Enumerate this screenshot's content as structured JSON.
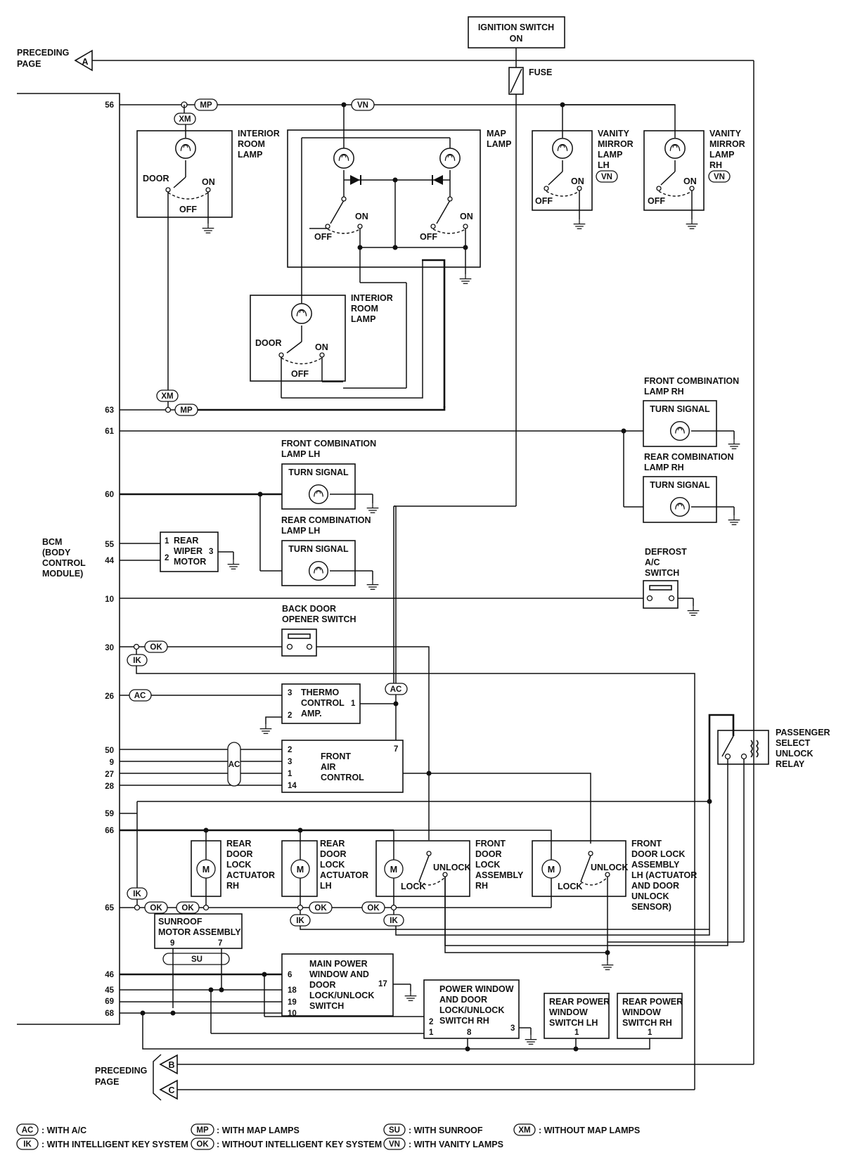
{
  "ignition": {
    "line1": "IGNITION SWITCH",
    "line2": "ON"
  },
  "fuse": "FUSE",
  "preceding": {
    "line1": "PRECEDING",
    "line2": "PAGE"
  },
  "connectors": {
    "a": "A",
    "b": "B",
    "c": "C"
  },
  "bcm": {
    "l1": "BCM",
    "l2": "(BODY",
    "l3": "CONTROL",
    "l4": "MODULE)"
  },
  "pins": [
    "56",
    "63",
    "61",
    "60",
    "55",
    "44",
    "10",
    "30",
    "26",
    "50",
    "9",
    "27",
    "28",
    "59",
    "66",
    "65",
    "46",
    "45",
    "69",
    "68"
  ],
  "components": {
    "interior_room_lamp_1": [
      "INTERIOR",
      "ROOM",
      "LAMP"
    ],
    "map_lamp": [
      "MAP",
      "LAMP"
    ],
    "vanity_lh": [
      "VANITY",
      "MIRROR",
      "LAMP",
      "LH"
    ],
    "vanity_rh": [
      "VANITY",
      "MIRROR",
      "LAMP",
      "RH"
    ],
    "interior_room_lamp_2": [
      "INTERIOR",
      "ROOM",
      "LAMP"
    ],
    "front_combo_rh": [
      "FRONT COMBINATION",
      "LAMP RH"
    ],
    "rear_combo_rh": [
      "REAR COMBINATION",
      "LAMP RH"
    ],
    "front_combo_lh": [
      "FRONT COMBINATION",
      "LAMP LH"
    ],
    "rear_combo_lh": [
      "REAR COMBINATION",
      "LAMP LH"
    ],
    "turn_signal": "TURN SIGNAL",
    "rear_wiper": [
      "REAR",
      "WIPER",
      "MOTOR"
    ],
    "defrost": [
      "DEFROST",
      "A/C",
      "SWITCH"
    ],
    "back_door": [
      "BACK DOOR",
      "OPENER SWITCH"
    ],
    "thermo": [
      "THERMO",
      "CONTROL",
      "AMP."
    ],
    "front_air": [
      "FRONT",
      "AIR",
      "CONTROL"
    ],
    "passenger_relay": [
      "PASSENGER",
      "SELECT",
      "UNLOCK",
      "RELAY"
    ],
    "rear_door_rh": [
      "REAR",
      "DOOR",
      "LOCK",
      "ACTUATOR",
      "RH"
    ],
    "rear_door_lh": [
      "REAR",
      "DOOR",
      "LOCK",
      "ACTUATOR",
      "LH"
    ],
    "front_door_rh": [
      "FRONT",
      "DOOR",
      "LOCK",
      "ASSEMBLY",
      "RH"
    ],
    "front_door_lh": [
      "FRONT",
      "DOOR LOCK",
      "ASSEMBLY",
      "LH (ACTUATOR",
      "AND DOOR",
      "UNLOCK",
      "SENSOR)"
    ],
    "sunroof": [
      "SUNROOF",
      "MOTOR ASSEMBLY"
    ],
    "main_pw": [
      "MAIN POWER",
      "WINDOW AND",
      "DOOR",
      "LOCK/UNLOCK",
      "SWITCH"
    ],
    "pw_rh": [
      "POWER WINDOW",
      "AND DOOR",
      "LOCK/UNLOCK",
      "SWITCH RH"
    ],
    "rear_pw_lh": [
      "REAR POWER",
      "WINDOW",
      "SWITCH LH"
    ],
    "rear_pw_rh": [
      "REAR POWER",
      "WINDOW",
      "SWITCH RH"
    ]
  },
  "switch_labels": {
    "door": "DOOR",
    "on": "ON",
    "off": "OFF",
    "lock": "LOCK",
    "unlock": "UNLOCK",
    "motor": "M"
  },
  "tags": {
    "xm": "XM",
    "mp": "MP",
    "vn": "VN",
    "ok": "OK",
    "ik": "IK",
    "ac": "AC",
    "su": "SU"
  },
  "pin_nums": {
    "p1": "1",
    "p2": "2",
    "p3": "3",
    "p6": "6",
    "p7": "7",
    "p8": "8",
    "p9": "9",
    "p10": "10",
    "p14": "14",
    "p17": "17",
    "p18": "18",
    "p19": "19"
  },
  "legend": [
    {
      "tag": "AC",
      "text": ": WITH A/C"
    },
    {
      "tag": "IK",
      "text": ": WITH INTELLIGENT KEY SYSTEM"
    },
    {
      "tag": "MP",
      "text": ": WITH MAP LAMPS"
    },
    {
      "tag": "OK",
      "text": ": WITHOUT INTELLIGENT KEY SYSTEM"
    },
    {
      "tag": "SU",
      "text": ": WITH SUNROOF"
    },
    {
      "tag": "VN",
      "text": ": WITH VANITY LAMPS"
    },
    {
      "tag": "XM",
      "text": ": WITHOUT MAP LAMPS"
    }
  ]
}
